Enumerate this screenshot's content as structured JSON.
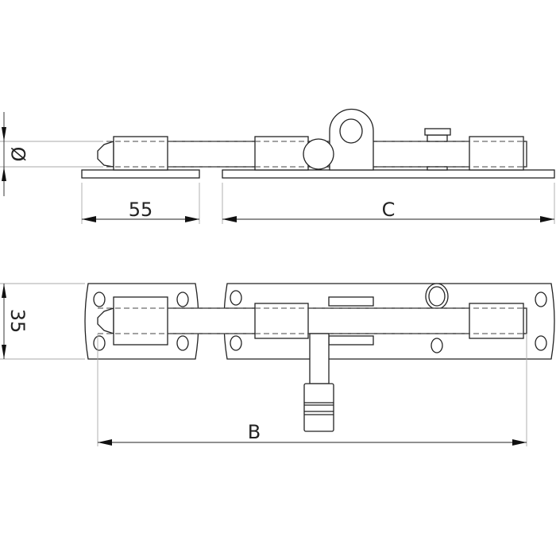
{
  "drawing": {
    "dimensions": {
      "diameter_symbol": "Ø",
      "keeper_length": "55",
      "bolt_plate_length": "C",
      "plate_height": "35",
      "overall_length": "B"
    }
  }
}
